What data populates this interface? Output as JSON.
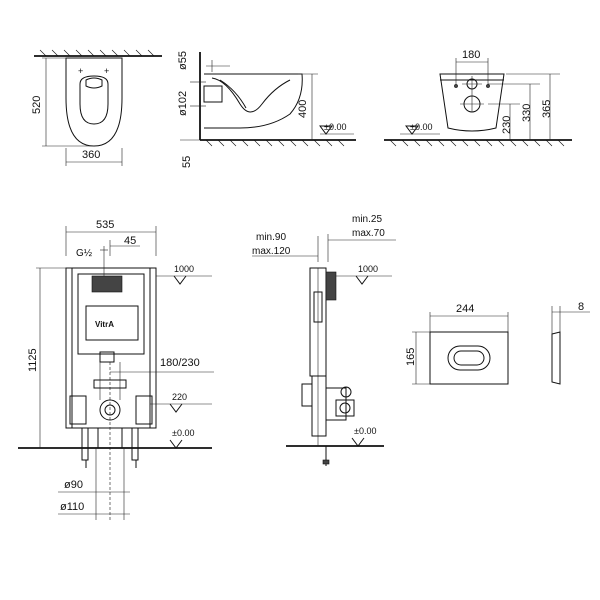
{
  "views": {
    "top": {
      "width": "360",
      "depth": "520"
    },
    "side": {
      "top_dim": "ø55",
      "pipe": "ø102",
      "height": "400",
      "floor_gap": "55",
      "level": "±0.00"
    },
    "front": {
      "spacing": "180",
      "d1": "230",
      "d2": "330",
      "d3": "365",
      "level": "±0.00"
    },
    "frame": {
      "width": "535",
      "height": "1125",
      "offset": "45",
      "thread": "G½",
      "brand": "VitrA",
      "level_top": "1000",
      "range": "180/230",
      "level_mid": "220",
      "level": "±0.00",
      "pipe_small": "ø90",
      "pipe_large": "ø110"
    },
    "frame_side": {
      "min_label": "min.90",
      "max_label": "max.120",
      "min2_label": "min.25",
      "max2_label": "max.70",
      "level_top": "1000",
      "level": "±0.00"
    },
    "plate": {
      "width": "244",
      "height": "165",
      "thickness": "8"
    }
  }
}
